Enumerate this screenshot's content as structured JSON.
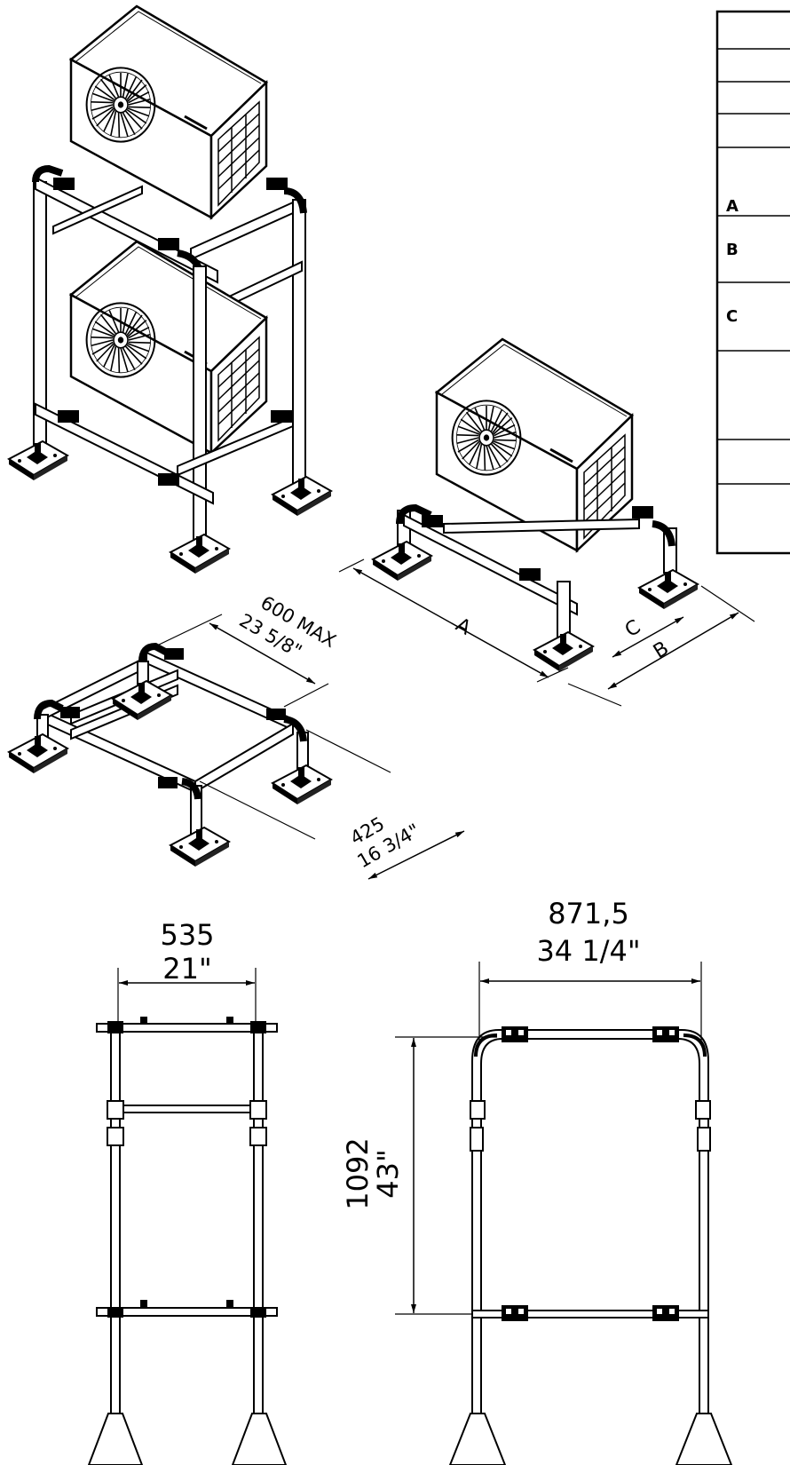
{
  "spec_table": {
    "rows": [
      "",
      "",
      "",
      "A",
      "B",
      "C",
      "",
      "",
      ""
    ]
  },
  "dimensions": {
    "iso_A": "A",
    "iso_B": "B",
    "iso_C": "C",
    "width_max_mm": "600 MAX",
    "width_max_in": "23 5/8\"",
    "depth_mm": "425",
    "depth_in": "16 3/4\"",
    "side_width_mm": "535",
    "side_width_in": "21\"",
    "front_width_mm": "871,5",
    "front_width_in": "34 1/4\"",
    "height_mm": "1092",
    "height_in": "43\""
  }
}
